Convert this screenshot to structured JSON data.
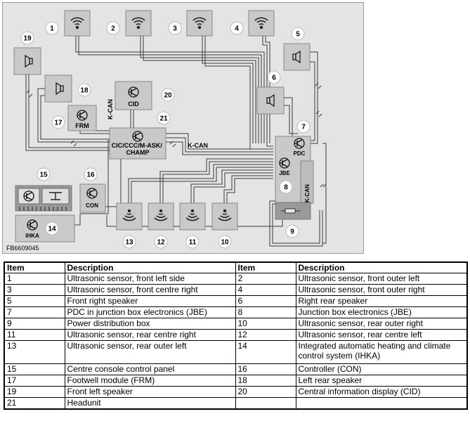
{
  "diagram": {
    "figure_code": "FB6609045",
    "callouts": [
      "1",
      "2",
      "3",
      "4",
      "5",
      "6",
      "7",
      "8",
      "9",
      "10",
      "11",
      "12",
      "13",
      "14",
      "15",
      "16",
      "17",
      "18",
      "19",
      "20",
      "21"
    ],
    "labels": {
      "cid": "CID",
      "frm": "FRM",
      "kcan": "K-CAN",
      "headunit": "CIC/CCC/M-ASK/\nCHAMP",
      "pdc": "PDC",
      "jbe": "JBE",
      "con": "CON",
      "ihka": "IHKA"
    }
  },
  "table": {
    "headers": [
      "Item",
      "Description",
      "Item",
      "Description"
    ],
    "rows": [
      [
        "1",
        "Ultrasonic sensor, front left side",
        "2",
        "Ultrasonic sensor, front outer left"
      ],
      [
        "3",
        "Ultrasonic sensor, front centre right",
        "4",
        "Ultrasonic sensor, front outer right"
      ],
      [
        "5",
        "Front right speaker",
        "6",
        "Right rear speaker"
      ],
      [
        "7",
        "PDC in junction box electronics (JBE)",
        "8",
        "Junction box electronics (JBE)"
      ],
      [
        "9",
        "Power distribution box",
        "10",
        "Ultrasonic sensor, rear outer right"
      ],
      [
        "11",
        "Ultrasonic sensor, rear centre right",
        "12",
        "Ultrasonic sensor, rear centre left"
      ],
      [
        "13",
        "Ultrasonic sensor, rear outer left",
        "14",
        "Integrated automatic heating and climate control system (IHKA)"
      ],
      [
        "15",
        "Centre console control panel",
        "16",
        "Controller (CON)"
      ],
      [
        "17",
        "Footwell module (FRM)",
        "18",
        "Left rear speaker"
      ],
      [
        "19",
        "Front left speaker",
        "20",
        "Central information display (CID)"
      ],
      [
        "21",
        "Headunit",
        "",
        ""
      ]
    ]
  }
}
